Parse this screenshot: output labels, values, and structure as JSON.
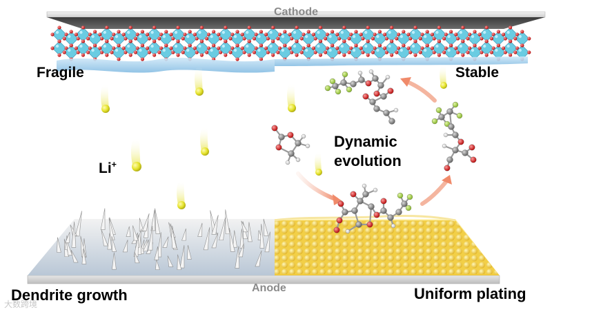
{
  "labels": {
    "cathode": "Cathode",
    "anode": "Anode",
    "fragile": "Fragile",
    "stable": "Stable",
    "li_base": "Li",
    "li_charge": "+",
    "dynamic_line1": "Dynamic",
    "dynamic_line2": "evolution",
    "dendrite": "Dendrite growth",
    "uniform": "Uniform plating"
  },
  "watermark": "大数跨境",
  "colors": {
    "cathode_plate": "#d9d9d9",
    "crystal": "#5ec8e0",
    "oxygen": "#d21f1f",
    "cei_layer": "#a9d4ef",
    "li_ion": "#e4e22a",
    "anode_left": "#dfe2e6",
    "anode_right": "#f6dd6a",
    "arrow": "#f3b09a",
    "fluorine": "#a6d64a",
    "carbon": "#8c8c8c",
    "hydrogen": "#ffffff"
  }
}
